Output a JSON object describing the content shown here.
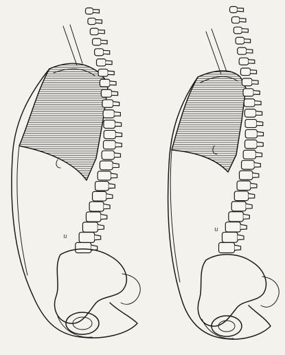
{
  "figure": {
    "background": "#f4f2ec",
    "ink_color": "#1a1a1a",
    "panels": [
      {
        "id": "left",
        "hatched_region": "large"
      },
      {
        "id": "right",
        "hatched_region": "smaller"
      }
    ]
  }
}
